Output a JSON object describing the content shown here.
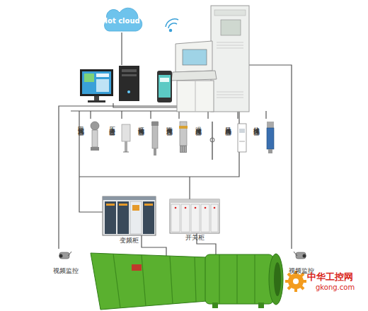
{
  "diagram": {
    "nodes": [
      {
        "text": [
          "Iot cloud"
        ]
      },
      {
        "text": [
          "甲烷传感器"
        ]
      },
      {
        "text": [
          "压力变送器"
        ]
      },
      {
        "text": [
          "振动传感器"
        ]
      },
      {
        "text": [
          "噪声传感器"
        ]
      },
      {
        "text": [
          "温度传感器"
        ]
      },
      {
        "text": [
          "风速传感器"
        ]
      },
      {
        "text": [
          "位移传感器"
        ]
      },
      {
        "text": [
          "变频柜"
        ]
      },
      {
        "text": [
          "开关柜"
        ]
      },
      {
        "text": [
          "视频监控"
        ]
      },
      {
        "text": [
          "视频监控"
        ]
      }
    ],
    "labels": [
      "中华工控网",
      "gkong.com"
    ]
  }
}
